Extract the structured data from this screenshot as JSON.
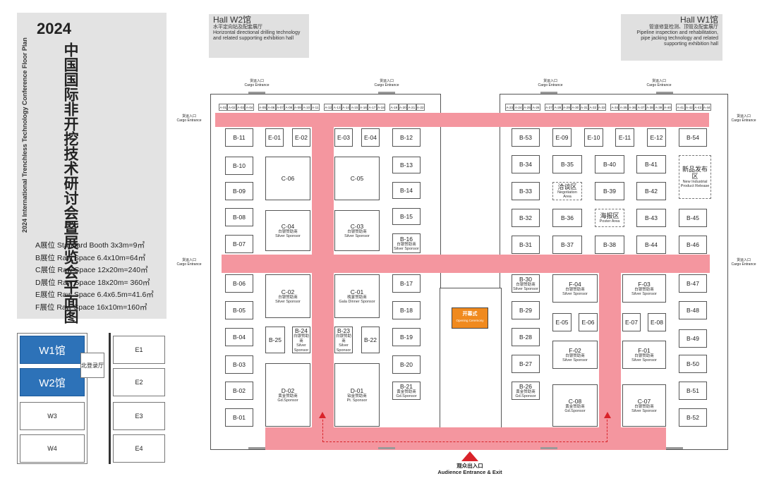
{
  "title": {
    "year": "2024",
    "cn": "中国国际非开挖技术研讨会暨展览会平面图",
    "en": "2024 International Trenchless Technology Conference Floor Plan"
  },
  "legend": [
    "A展位 Standard Booth 3x3m=9㎡",
    "B展位 Raw Space 6.4x10m=64㎡",
    "C展位 Raw Space 12x20m=240㎡",
    "D展位 Raw Space 18x20m= 360㎡",
    "E展位 Raw Space  6.4x6.5m=41.6㎡",
    "F展位 Raw Space 16x10m=160㎡"
  ],
  "hall_w2": {
    "name": "Hall W2馆",
    "cn": "水平定向钻及配套展厅",
    "en1": "Horizontal directional drilling technology",
    "en2": "and related supporting exhibition hall"
  },
  "hall_w1": {
    "name": "Hall W1馆",
    "cn": "管道修复检测、顶管及配套展厅",
    "en1": "Pipeline inspection and rehabilitation,",
    "en2": "pipe jacking technology and related",
    "en3": "supporting exhibition hall"
  },
  "cargo_cn": "货运入口",
  "cargo_en": "Cargo Entrance",
  "stage": {
    "cn": "开幕式",
    "en": "Opening Ceremony"
  },
  "entrance": {
    "cn": "观众出入口",
    "en": "Audience Entrance & Exit"
  },
  "minimap": {
    "w1": "W1馆",
    "w2": "W2馆",
    "reg": "北登录厅",
    "w3": "W3",
    "w4": "W4",
    "e1": "E1",
    "e2": "E2",
    "e3": "E3",
    "e4": "E4"
  },
  "a_booths_w2": [
    "A-01",
    "A-02",
    "A-03",
    "A-04",
    "A-05",
    "A-06",
    "A-07",
    "A-08",
    "A-09",
    "A-10",
    "A-11",
    "A-12",
    "A-13",
    "A-14",
    "A-15",
    "A-16",
    "A-17",
    "A-18",
    "A-19",
    "A-20",
    "A-21",
    "A-22"
  ],
  "a_booths_w1": [
    "A-23",
    "A-24",
    "A-25",
    "A-26",
    "A-27",
    "A-28",
    "A-29",
    "A-30",
    "A-31",
    "A-32",
    "A-33",
    "A-34",
    "A-35",
    "A-36",
    "A-37",
    "A-38",
    "A-39",
    "A-40",
    "A-41",
    "A-42",
    "A-43",
    "A-44"
  ],
  "booths": {
    "b11": "B-11",
    "e01": "E-01",
    "e02": "E-02",
    "e03": "E-03",
    "e04": "E-04",
    "b12": "B-12",
    "b10": "B-10",
    "c06": "C-06",
    "c05": "C-05",
    "b13": "B-13",
    "b09": "B-09",
    "b14": "B-14",
    "b08": "B-08",
    "c04": "C-04",
    "c03": "C-03",
    "b15": "B-15",
    "b07": "B-07",
    "b16": "B-16",
    "b06": "B-06",
    "c02": "C-02",
    "c01": "C-01",
    "b17": "B-17",
    "b05": "B-05",
    "b18": "B-18",
    "b04": "B-04",
    "b25": "B-25",
    "b24": "B-24",
    "b23": "B-23",
    "b22": "B-22",
    "b19": "B-19",
    "b03": "B-03",
    "b20": "B-20",
    "b02": "B-02",
    "d02": "D-02",
    "d01": "D-01",
    "b21": "B-21",
    "b01": "B-01",
    "b53": "B-53",
    "e09": "E-09",
    "e10": "E-10",
    "e11": "E-11",
    "e12": "E-12",
    "b54": "B-54",
    "b34": "B-34",
    "b35": "B-35",
    "b40": "B-40",
    "b41": "B-41",
    "b33": "B-33",
    "b39": "B-39",
    "b42": "B-42",
    "b32": "B-32",
    "b36": "B-36",
    "b43": "B-43",
    "b45": "B-45",
    "b31": "B-31",
    "b37": "B-37",
    "b38": "B-38",
    "b44": "B-44",
    "b46": "B-46",
    "b30": "B-30",
    "f04": "F-04",
    "f03": "F-03",
    "b47": "B-47",
    "b29": "B-29",
    "b48": "B-48",
    "e05": "E-05",
    "e06": "E-06",
    "e07": "E-07",
    "e08": "E-08",
    "b28": "B-28",
    "b49": "B-49",
    "f02": "F-02",
    "f01": "F-01",
    "b27": "B-27",
    "b50": "B-50",
    "b26": "B-26",
    "c08": "C-08",
    "c07": "C-07",
    "b51": "B-51",
    "b52": "B-52"
  },
  "sponsors": {
    "silver_cn": "白银赞助商",
    "silver_en": "Silver Sponsor",
    "gala_cn": "晚宴赞助商",
    "gala_en": "Gala Dinner Sponsor",
    "gold_cn": "黄金赞助商",
    "gold_en": "Gd.Sponsor",
    "pt_cn": "铂金赞助商",
    "pt_en": "Pt. Sponsor"
  },
  "areas": {
    "nego_cn": "洽谈区",
    "nego_en": "Negotiation Area",
    "poster_cn": "海报区",
    "poster_en": "Poster Area",
    "release_cn": "新品发布区",
    "release_en": "New Industrial Product Release"
  },
  "colors": {
    "aisle": "#f4969f",
    "accent": "#2d72b8",
    "stage": "#f08a1f",
    "entrance_arrow": "#d9232a"
  }
}
